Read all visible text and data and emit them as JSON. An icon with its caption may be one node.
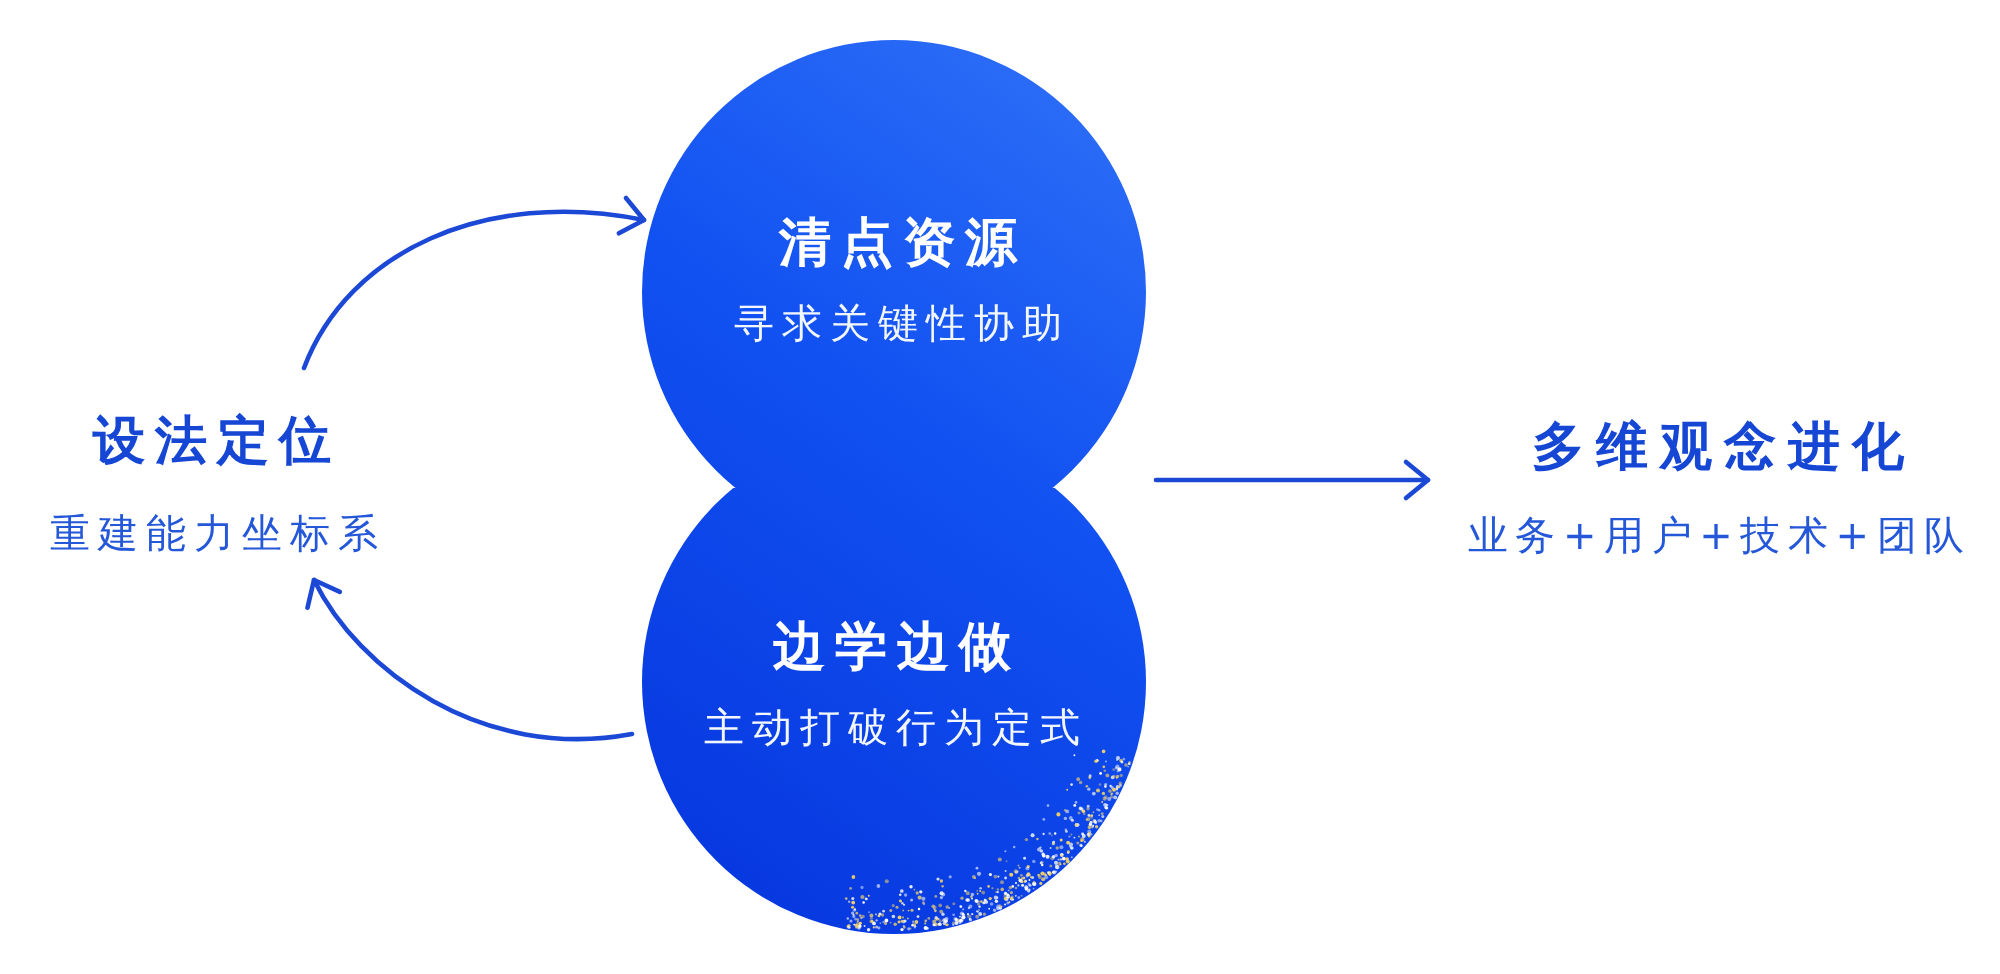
{
  "diagram": {
    "nodes": [
      {
        "text": [
          "设法定位",
          "重建能力坐标系"
        ]
      },
      {
        "text": [
          "清点资源",
          "寻求关键性协助"
        ]
      },
      {
        "text": [
          "边学边做",
          "主动打破行为定式"
        ]
      },
      {
        "text": [
          "多维观念进化",
          "业务+用户+技术+团队"
        ]
      }
    ],
    "edges": [
      {
        "from": 0,
        "to": 1,
        "arrow": "to"
      },
      {
        "from": 2,
        "to": 0,
        "arrow": "to"
      },
      {
        "from": 1,
        "to": 3,
        "arrow": "to"
      }
    ]
  }
}
